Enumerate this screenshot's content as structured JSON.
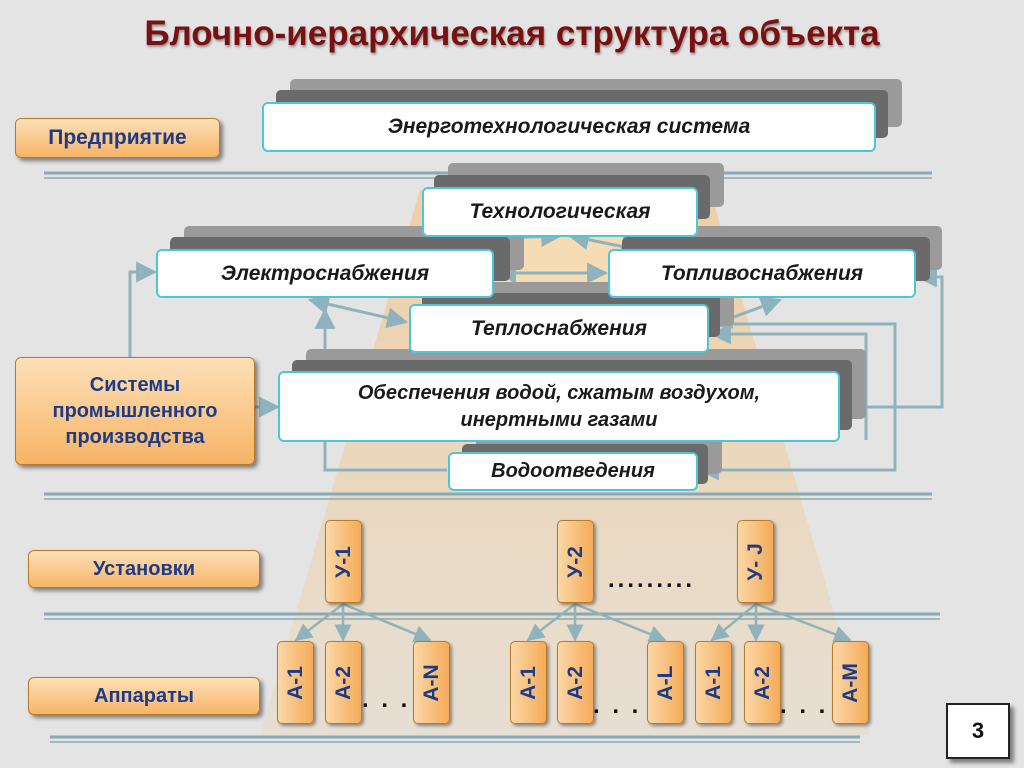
{
  "title": "Блочно-иерархическая структура объекта",
  "levels": {
    "enterprise": "Предприятие",
    "systems": "Системы промышленного производства",
    "units": "Установки",
    "devices": "Аппараты"
  },
  "blocks": {
    "energy_system": "Энерготехнологическая система",
    "technological": "Технологическая",
    "power": "Электроснабжения",
    "fuel": "Топливоснабжения",
    "heat": "Теплоснабжения",
    "utilities": "Обеспечения водой, сжатым воздухом, инертными газами",
    "drainage": "Водоотведения"
  },
  "units": [
    "У-1",
    "У-2",
    "У- J"
  ],
  "device_groups": [
    [
      "А-1",
      "А-2",
      "А-N"
    ],
    [
      "А-1",
      "А-2",
      "А-L"
    ],
    [
      "А-1",
      "А-2",
      "А-M"
    ]
  ],
  "ellipsis": {
    "units": ".........",
    "devices": ". . ."
  },
  "page_number": "3",
  "colors": {
    "title": "#7a1010",
    "box_border": "#4fc6d6",
    "level_fill": "#f7b466",
    "level_text": "#1d3b86",
    "connector": "#8fb3bd"
  }
}
